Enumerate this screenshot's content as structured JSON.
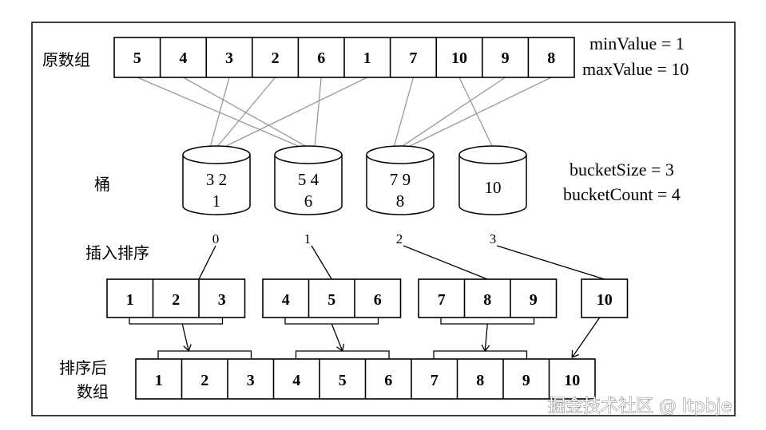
{
  "labels": {
    "original_array": "原数组",
    "bucket": "桶",
    "insertion_sort": "插入排序",
    "sorted_line1": "排序后",
    "sorted_line2": "数组"
  },
  "info": {
    "min_value": "minValue = 1",
    "max_value": "maxValue = 10",
    "bucket_size": "bucketSize = 3",
    "bucket_count": "bucketCount = 4"
  },
  "original_array": [
    "5",
    "4",
    "3",
    "2",
    "6",
    "1",
    "7",
    "10",
    "9",
    "8"
  ],
  "buckets": [
    {
      "line1": "3  2",
      "line2": "1",
      "index": "0"
    },
    {
      "line1": "5  4",
      "line2": "6",
      "index": "1"
    },
    {
      "line1": "7  9",
      "line2": "8",
      "index": "2"
    },
    {
      "line1": "10",
      "line2": "",
      "index": "3"
    }
  ],
  "sorted_buckets": [
    [
      "1",
      "2",
      "3"
    ],
    [
      "4",
      "5",
      "6"
    ],
    [
      "7",
      "8",
      "9"
    ],
    [
      "10"
    ]
  ],
  "sorted_array": [
    "1",
    "2",
    "3",
    "4",
    "5",
    "6",
    "7",
    "8",
    "9",
    "10"
  ],
  "watermark": "掘金技术社区 @ ltpbje"
}
